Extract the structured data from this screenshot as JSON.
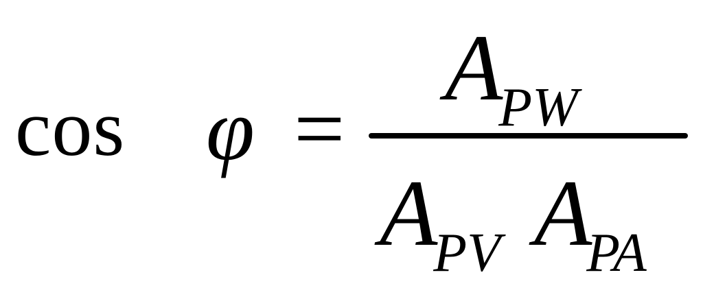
{
  "formula": {
    "function_name": "cos",
    "angle_symbol": "φ",
    "equals_sign": "=",
    "numerator": {
      "variable": "A",
      "subscript": "PW"
    },
    "denominator": [
      {
        "variable": "A",
        "subscript": "PV"
      },
      {
        "variable": "A",
        "subscript": "PA"
      }
    ]
  }
}
